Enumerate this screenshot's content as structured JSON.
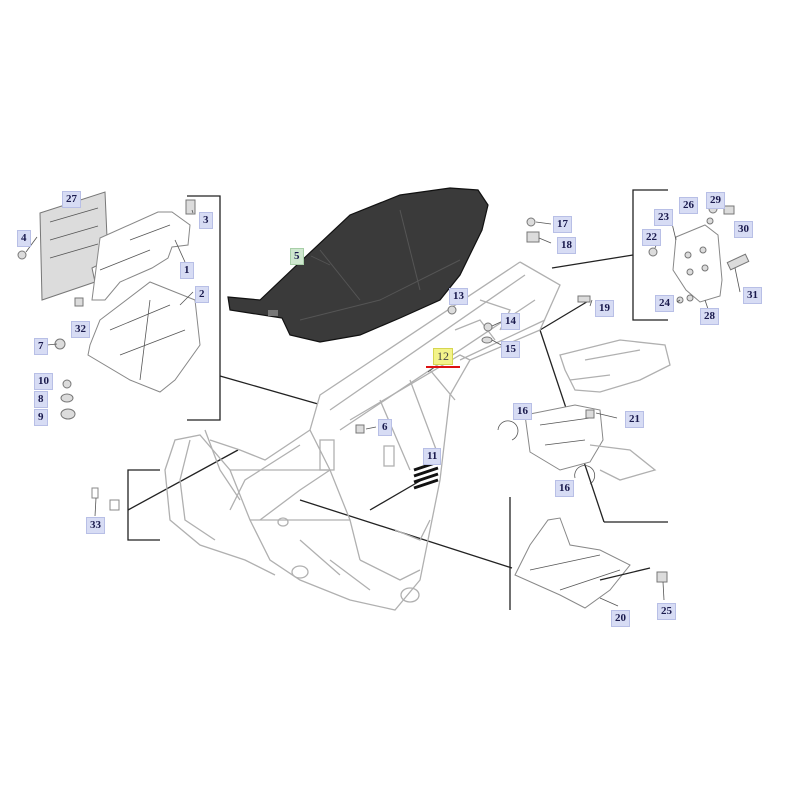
{
  "callouts": [
    {
      "id": "c27",
      "label": "27",
      "kind": "normal"
    },
    {
      "id": "c3",
      "label": "3",
      "kind": "normal"
    },
    {
      "id": "c4",
      "label": "4",
      "kind": "normal"
    },
    {
      "id": "c1",
      "label": "1",
      "kind": "normal"
    },
    {
      "id": "c2",
      "label": "2",
      "kind": "normal"
    },
    {
      "id": "c32",
      "label": "32",
      "kind": "normal"
    },
    {
      "id": "c7",
      "label": "7",
      "kind": "normal"
    },
    {
      "id": "c10",
      "label": "10",
      "kind": "normal"
    },
    {
      "id": "c8",
      "label": "8",
      "kind": "normal"
    },
    {
      "id": "c9",
      "label": "9",
      "kind": "normal"
    },
    {
      "id": "c5",
      "label": "5",
      "kind": "seat"
    },
    {
      "id": "c12",
      "label": "12",
      "kind": "active"
    },
    {
      "id": "c13",
      "label": "13",
      "kind": "normal"
    },
    {
      "id": "c14",
      "label": "14",
      "kind": "normal"
    },
    {
      "id": "c15",
      "label": "15",
      "kind": "normal"
    },
    {
      "id": "c17",
      "label": "17",
      "kind": "normal"
    },
    {
      "id": "c18",
      "label": "18",
      "kind": "normal"
    },
    {
      "id": "c19",
      "label": "19",
      "kind": "normal"
    },
    {
      "id": "c6",
      "label": "6",
      "kind": "normal"
    },
    {
      "id": "c11",
      "label": "11",
      "kind": "normal"
    },
    {
      "id": "c16a",
      "label": "16",
      "kind": "normal"
    },
    {
      "id": "c16b",
      "label": "16",
      "kind": "normal"
    },
    {
      "id": "c21",
      "label": "21",
      "kind": "normal"
    },
    {
      "id": "c23",
      "label": "23",
      "kind": "normal"
    },
    {
      "id": "c26",
      "label": "26",
      "kind": "normal"
    },
    {
      "id": "c29",
      "label": "29",
      "kind": "normal"
    },
    {
      "id": "c30",
      "label": "30",
      "kind": "normal"
    },
    {
      "id": "c22",
      "label": "22",
      "kind": "normal"
    },
    {
      "id": "c24",
      "label": "24",
      "kind": "normal"
    },
    {
      "id": "c28",
      "label": "28",
      "kind": "normal"
    },
    {
      "id": "c31",
      "label": "31",
      "kind": "normal"
    },
    {
      "id": "c33",
      "label": "33",
      "kind": "normal"
    },
    {
      "id": "c20",
      "label": "20",
      "kind": "normal"
    },
    {
      "id": "c25",
      "label": "25",
      "kind": "normal"
    }
  ]
}
